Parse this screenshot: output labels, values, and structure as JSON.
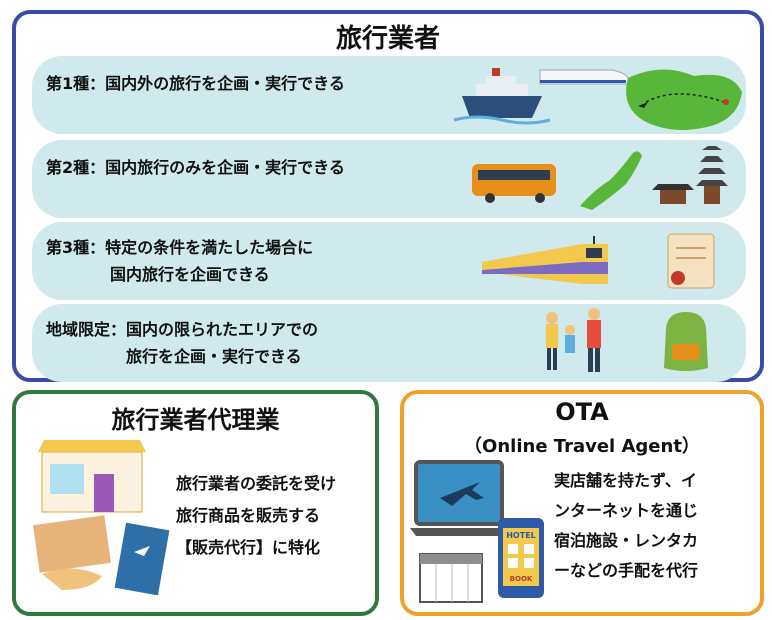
{
  "agents": {
    "title": "旅行業者",
    "rows": [
      {
        "lines": [
          "第1種：国内外の旅行を企画・実行できる"
        ]
      },
      {
        "lines": [
          "第2種：国内旅行のみを企画・実行できる"
        ]
      },
      {
        "lines": [
          "第3種：特定の条件を満たした場合に",
          "　　　　国内旅行を企画できる"
        ]
      },
      {
        "lines": [
          "地域限定：国内の限られたエリアでの",
          "　　　　　旅行を企画・実行できる"
        ]
      }
    ]
  },
  "agency": {
    "title": "旅行業者代理業",
    "lines": [
      "旅行業者の委託を受け",
      "旅行商品を販売する",
      "【販売代行】に特化"
    ]
  },
  "ota": {
    "title": "OTA",
    "subtitle": "（Online Travel Agent）",
    "lines": [
      "実店舗を持たず、イ",
      "ンターネットを通じ",
      "宿泊施設・レンタカ",
      "ーなどの手配を代行"
    ],
    "phone_label": "HOTEL",
    "phone_button": "BOOK"
  },
  "colors": {
    "agents_border": "#3a4aa6",
    "agency_border": "#2f7a3b",
    "ota_border": "#f0a12a",
    "row_bg": "#cfe9ec"
  }
}
